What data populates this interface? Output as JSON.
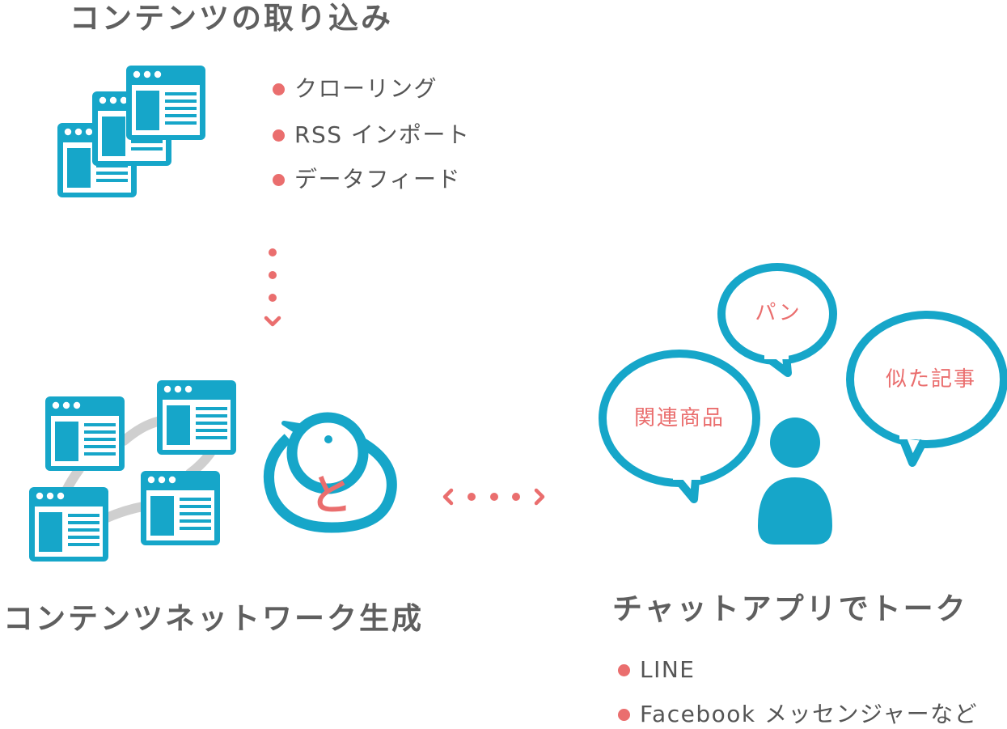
{
  "colors": {
    "accent_blue": "#16a6c9",
    "accent_pink": "#ea6e6e",
    "link_gray": "#cfcfcf",
    "text_gray": "#5f5f5f"
  },
  "import": {
    "title": "コンテンツの取り込み",
    "methods": [
      "クローリング",
      "RSS インポート",
      "データフィード"
    ]
  },
  "network": {
    "title": "コンテンツネットワーク生成",
    "mascot_char": "と"
  },
  "chat": {
    "title": "チャットアプリでトーク",
    "platforms": [
      "LINE",
      "Facebook メッセンジャーなど"
    ],
    "bubbles": {
      "top": "パン",
      "left": "関連商品",
      "right": "似た記事"
    }
  }
}
